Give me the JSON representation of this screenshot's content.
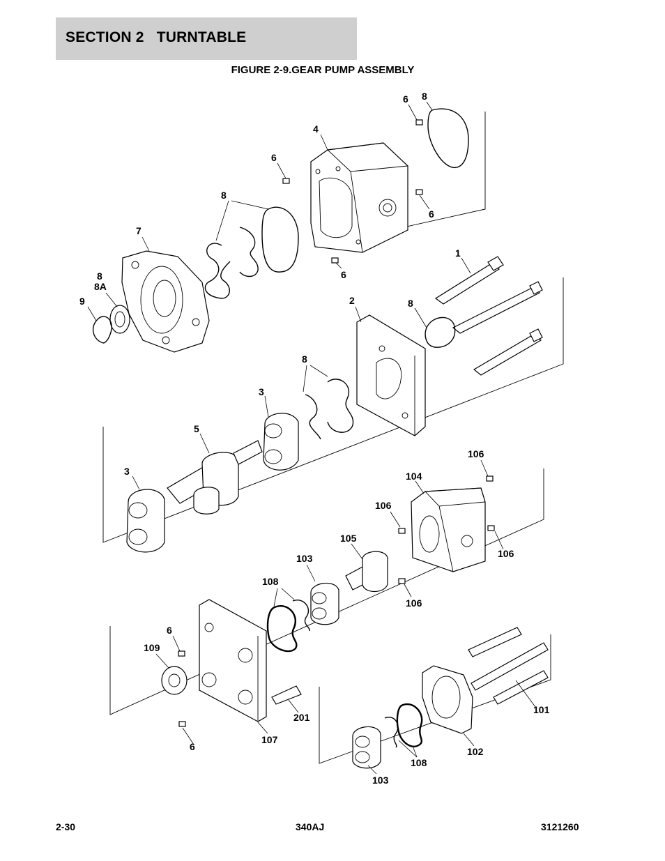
{
  "header": {
    "section": "SECTION 2   TURNTABLE"
  },
  "figure": {
    "title": "FIGURE 2-9.GEAR PUMP ASSEMBLY"
  },
  "callouts": {
    "c1": "1",
    "c2": "2",
    "c3a": "3",
    "c3b": "3",
    "c4": "4",
    "c5": "5",
    "c6a": "6",
    "c6b": "6",
    "c6c": "6",
    "c6d": "6",
    "c6e": "6",
    "c6f": "6",
    "c7": "7",
    "c8a": "8",
    "c8b": "8",
    "c8c": "8",
    "c8d": "8",
    "c8e": "8",
    "c8A": "8A",
    "c9": "9",
    "c101": "101",
    "c102": "102",
    "c103a": "103",
    "c103b": "103",
    "c104": "104",
    "c105": "105",
    "c106a": "106",
    "c106b": "106",
    "c106c": "106",
    "c106d": "106",
    "c107": "107",
    "c108a": "108",
    "c108b": "108",
    "c109": "109",
    "c201": "201"
  },
  "footer": {
    "page": "2-30",
    "model": "340AJ",
    "doc_number": "3121260"
  }
}
